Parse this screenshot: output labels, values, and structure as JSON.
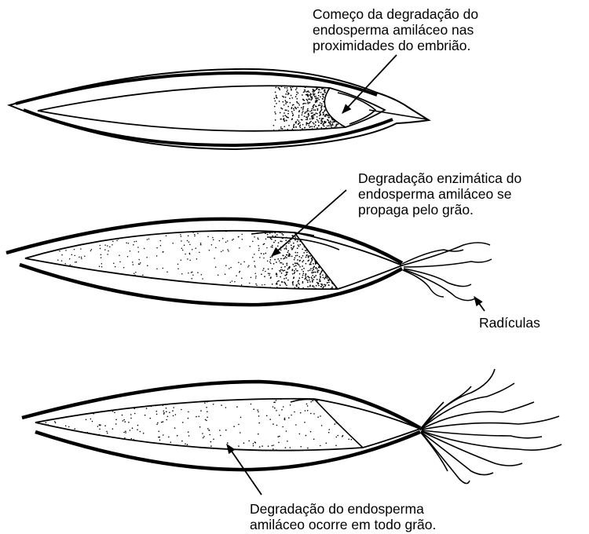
{
  "labels": {
    "stage1": [
      "Começo da degradação do",
      "endosperma amiláceo nas",
      "proximidades do embrião."
    ],
    "stage2": [
      "Degradação enzimática do",
      "endosperma amiláceo se",
      "propaga pelo grão."
    ],
    "rootlets": "Radículas",
    "stage3": [
      "Degradação do endosperma",
      "amiláceo ocorre em todo grão."
    ]
  }
}
